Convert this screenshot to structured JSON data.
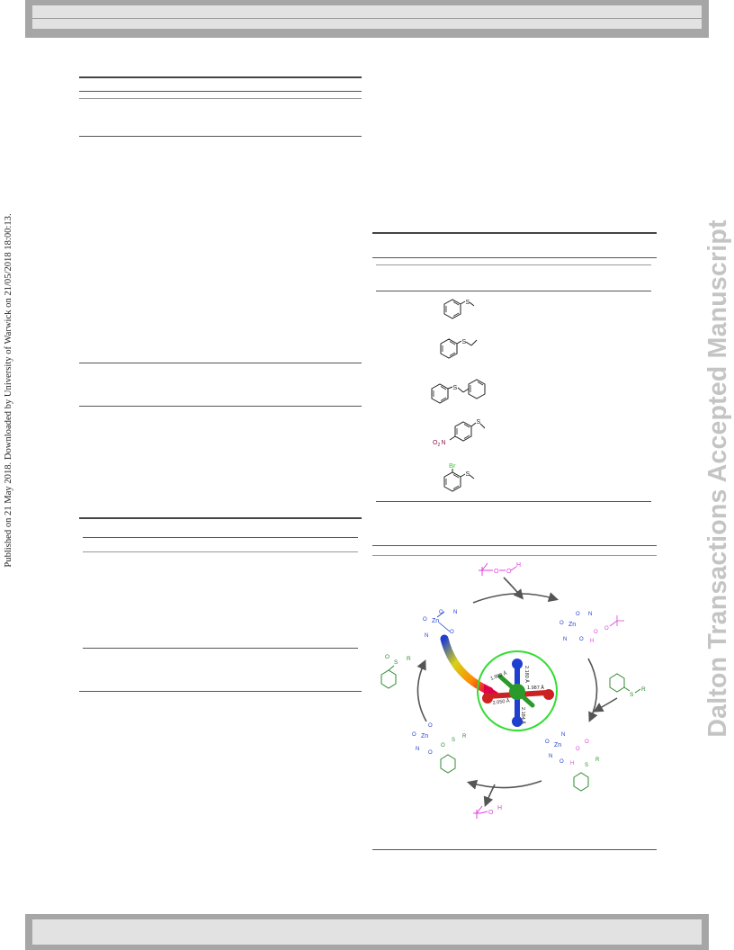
{
  "side_note": "Published on 21 May 2018. Downloaded by University of Warwick on 21/05/2018 18:00:13.",
  "watermark": "Dalton Transactions Accepted Manuscript",
  "atoms": {
    "S": "S",
    "O": "O",
    "N": "N",
    "H": "H",
    "R": "R",
    "Br": "Br",
    "Zn": "Zn",
    "no2_N": "N",
    "no2_O": "O",
    "no2_sub": "2"
  },
  "bond_lengths": [
    "1.993 Å",
    "2.180 Å",
    "1.987 Å",
    "2.050 Å",
    "2.184 Å"
  ],
  "colors": {
    "zinc_complex": "#1f3fd0",
    "oxidant": "#e040e0",
    "substrate": "#2e8b2e",
    "bromine": "#33cc33",
    "nitro": "#8b1a4a",
    "core_ring": "#33dd33",
    "arrow": "#555555"
  }
}
